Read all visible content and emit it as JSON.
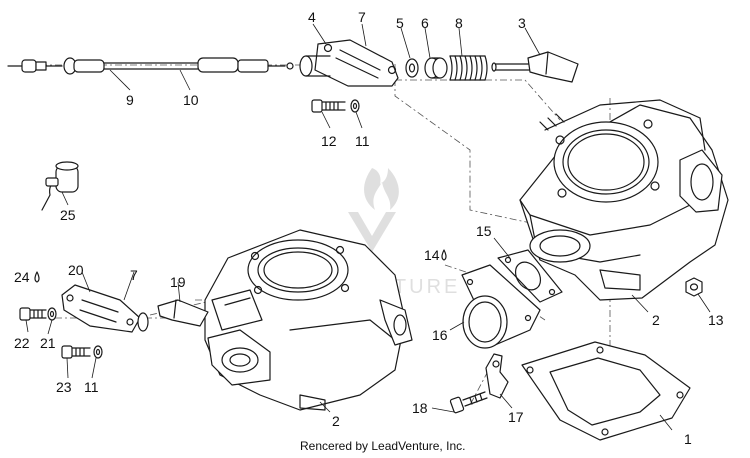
{
  "credit": "Rencered by LeadVenture, Inc.",
  "watermark": "ADVENTURE",
  "colors": {
    "line": "#1a1a1a",
    "watermark": "#d8d8d8"
  },
  "callouts": {
    "c1": "1",
    "c2a": "2",
    "c2b": "2",
    "c3": "3",
    "c4": "4",
    "c5": "5",
    "c6": "6",
    "c7a": "7",
    "c7b": "7",
    "c8": "8",
    "c9": "9",
    "c10": "10",
    "c11a": "11",
    "c11b": "11",
    "c12": "12",
    "c13": "13",
    "c14": "14",
    "c15": "15",
    "c16": "16",
    "c17": "17",
    "c18": "18",
    "c19": "19",
    "c20": "20",
    "c21": "21",
    "c22": "22",
    "c23": "23",
    "c24": "24",
    "c25": "25"
  }
}
